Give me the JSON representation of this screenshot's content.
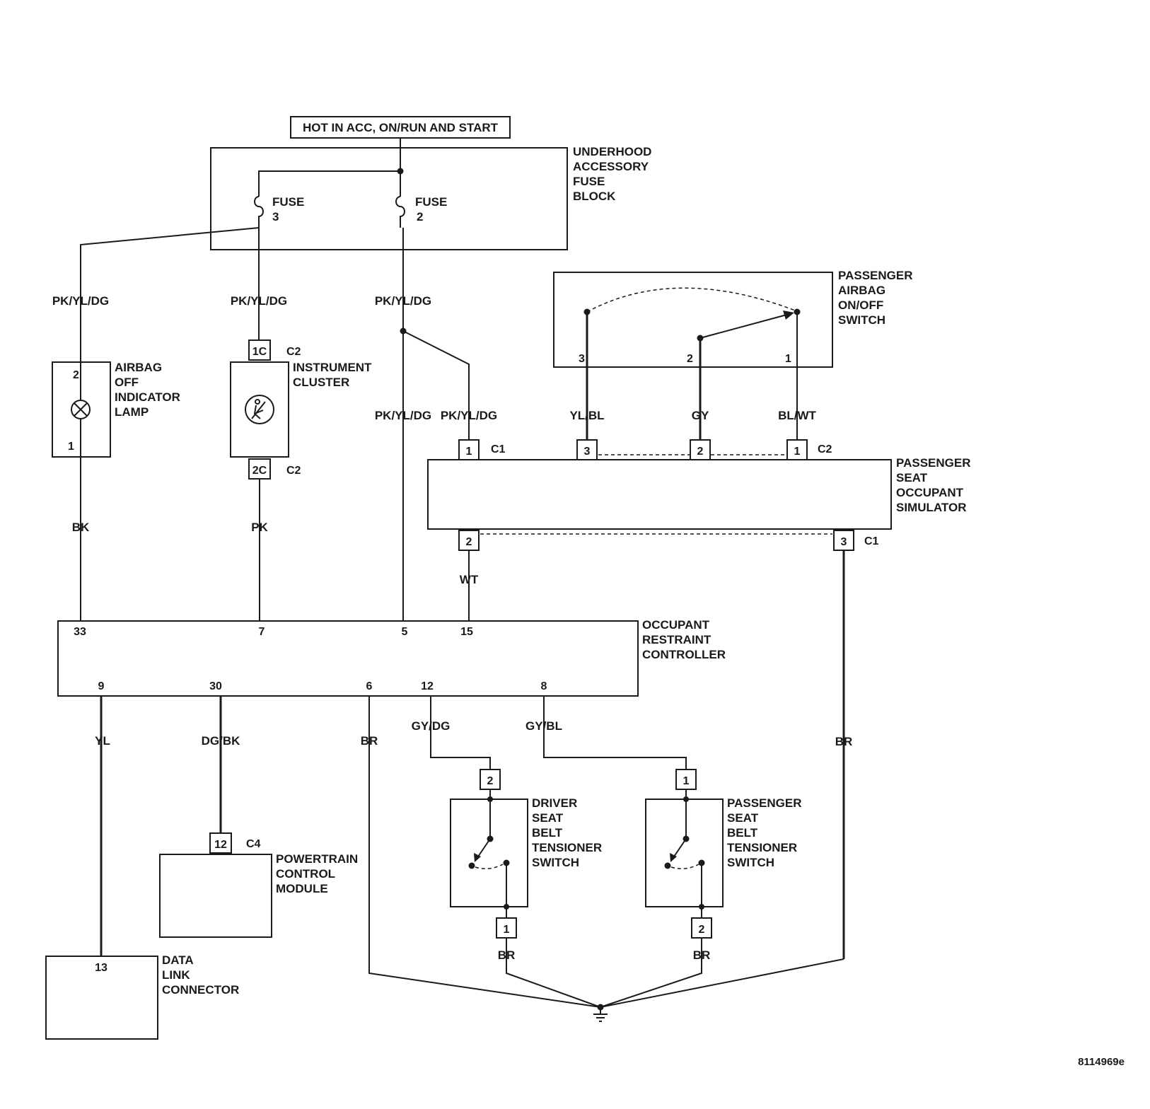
{
  "header": {
    "power_note": "HOT IN ACC, ON/RUN AND START"
  },
  "fuse_block": {
    "name": [
      "UNDERHOOD",
      "ACCESSORY",
      "FUSE",
      "BLOCK"
    ],
    "fuse3": [
      "FUSE",
      "3"
    ],
    "fuse2": [
      "FUSE",
      "2"
    ]
  },
  "passenger_airbag_switch": {
    "name": [
      "PASSENGER",
      "AIRBAG",
      "ON/OFF",
      "SWITCH"
    ],
    "pins": [
      "3",
      "2",
      "1"
    ]
  },
  "airbag_lamp": {
    "name": [
      "AIRBAG",
      "OFF",
      "INDICATOR",
      "LAMP"
    ],
    "pin_top": "2",
    "pin_bottom": "1"
  },
  "instrument_cluster": {
    "name": [
      "INSTRUMENT",
      "CLUSTER"
    ],
    "pin_top": "1C",
    "pin_bottom": "2C",
    "connector": "C2"
  },
  "seat_simulator": {
    "name": [
      "PASSENGER",
      "SEAT",
      "OCCUPANT",
      "SIMULATOR"
    ],
    "top_pins": [
      "1",
      "3",
      "2",
      "1"
    ],
    "top_c1": "C1",
    "top_c2": "C2",
    "bottom_pins": [
      "2",
      "3"
    ],
    "bottom_c1": "C1"
  },
  "orc": {
    "name": [
      "OCCUPANT",
      "RESTRAINT",
      "CONTROLLER"
    ],
    "top_pins": [
      "33",
      "7",
      "5",
      "15"
    ],
    "bottom_pins": [
      "9",
      "30",
      "6",
      "12",
      "8"
    ]
  },
  "pcm": {
    "name": [
      "POWERTRAIN",
      "CONTROL",
      "MODULE"
    ],
    "pin": "12",
    "connector": "C4"
  },
  "dlc": {
    "name": [
      "DATA",
      "LINK",
      "CONNECTOR"
    ],
    "pin": "13"
  },
  "driver_tensioner": {
    "name": [
      "DRIVER",
      "SEAT",
      "BELT",
      "TENSIONER",
      "SWITCH"
    ],
    "pin_top": "2",
    "pin_bottom": "1"
  },
  "passenger_tensioner": {
    "name": [
      "PASSENGER",
      "SEAT",
      "BELT",
      "TENSIONER",
      "SWITCH"
    ],
    "pin_top": "1",
    "pin_bottom": "2"
  },
  "wires": {
    "lamp_feed": "PK/YL/DG",
    "cluster_feed": "PK/YL/DG",
    "fuse2_feed": "PK/YL/DG",
    "orc5_feed": "PK/YL/DG",
    "sim_feed": "PK/YL/DG",
    "sw3": "YL/BL",
    "sw2": "GY",
    "sw1": "BL/WT",
    "lamp_gnd": "BK",
    "cluster_out": "PK",
    "sim_out": "WT",
    "dlc": "YL",
    "pcm": "DG/BK",
    "gnd6": "BR",
    "drv": "GY/DG",
    "pas": "GY/BL",
    "sim_gnd": "BR",
    "drv_gnd": "BR",
    "pas_gnd": "BR"
  },
  "figure_id": "8114969e"
}
